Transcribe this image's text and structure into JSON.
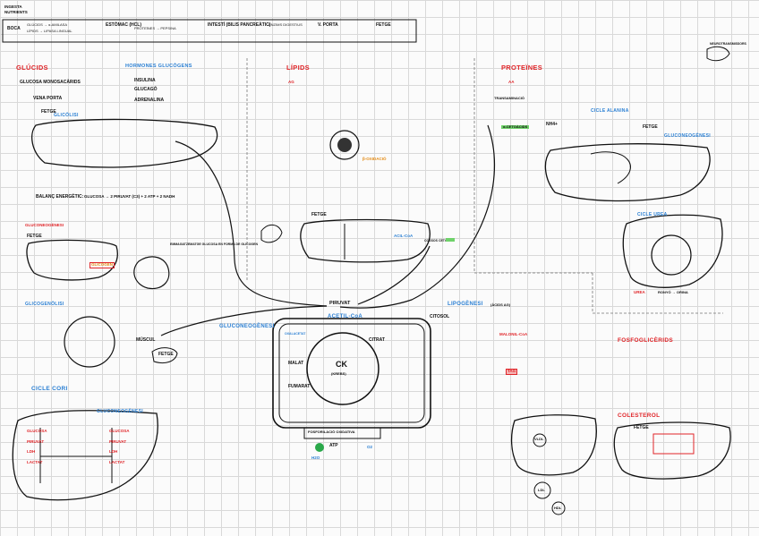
{
  "header": {
    "title_line1": "INGESTA",
    "title_line2": "NUTRIENTS",
    "flow": [
      "BOCA",
      "GLÚCIDS → α-AMILASA",
      "LÍPIDS → LIPASA LINGUAL",
      "ESTÒMAC (HCL)",
      "PROTEÏNES → PEPSINA",
      "INTESTÍ (BILIS PANCREÀTIC)",
      "ENZIMS DIGESTIUS",
      "V. PORTA",
      "FETGE"
    ]
  },
  "glucids": {
    "title": "GLÚCIDS",
    "monosac": "GLUCOSA MONOSACÀRIDS",
    "vena_porta": "VENA PORTA",
    "fetge": "FETGE",
    "glicolisi": "GLICÒLISI",
    "balanc": "BALANÇ ENERGÈTIC:",
    "balanc_eq": "GLUCOSA → 2 PIRUVAT (C3) + 2 ATP + 2 NADH",
    "gluconeo": "GLUCONEOGÈNESI",
    "gluconeo_fetge": "FETGE",
    "glicogen": "GLICOGEN",
    "glicogen_label": "EMMAGATZEMATGE GLUCOSA EN FORMA DE GLICOGEN"
  },
  "hormones": {
    "title": "HORMONES GLUCÒGENS",
    "insulina": "INSULINA",
    "glucagon": "GLUCAGÓ",
    "adrenalina": "ADRENALINA"
  },
  "glicogenolisi": {
    "title": "GLICOGENÒLISI",
    "muscle": "MÚSCUL",
    "fetge": "FETGE"
  },
  "cori": {
    "title": "CICLE CORI",
    "gluconeo": "GLUCONEOGÈNESI",
    "glucosa": "GLUCOSA",
    "piruvat": "PIRUVAT",
    "lactat": "LACTAT",
    "ldh": "LDH"
  },
  "lipids": {
    "title": "LÍPIDS",
    "ag": "AG",
    "fetge": "FETGE",
    "beta_ox": "β-OXIDACIÓ",
    "acil_coa": "ACIL-CoA",
    "cossos": "COSSOS CETÒNICS"
  },
  "proteines": {
    "title": "PROTEÏNES",
    "aa": "AA",
    "transam": "TRANSAMINACIÓ",
    "cetoacid": "α-CETOÀCIDS",
    "nh4": "NH4+",
    "cicle_alanina": "CICLE ALANINA",
    "fetge": "FETGE",
    "gluconeo": "GLUCONEOGÈNESI",
    "cicle_urea": "CICLE UREA",
    "urea": "UREA",
    "ronyo": "RONYÓ → ORINA",
    "neuro": "NEUROTRANSMISSORS"
  },
  "central": {
    "piruvat": "PIRUVAT",
    "acetil": "ACETIL-CoA",
    "ck": "CK",
    "ck_sub": "(KREBS)",
    "cadena": "FOSFORILACIÓ OXIDATIVA",
    "citrat": "CITRAT",
    "oxaloacetat": "OXALACETAT",
    "malat": "MALAT",
    "fumarat": "FUMARAT",
    "gluconeo": "GLUCONEOGÈNESI",
    "atp": "ATP",
    "o2": "O2",
    "h2o": "H2O"
  },
  "lipogenesi": {
    "title": "LIPOGÈNESI",
    "subtitle": "(ÀCIDS AG)",
    "citosol": "CITOSOL",
    "malonil": "MALONIL-CoA",
    "tag": "TAG"
  },
  "fosfoglicerids": {
    "title": "FOSFOGLICÈRIDS"
  },
  "colesterol": {
    "title": "COLESTEROL",
    "fetge": "FETGE"
  },
  "vldl": {
    "vldl": "VLDL",
    "ldl": "LDL",
    "hdl": "HDL"
  }
}
